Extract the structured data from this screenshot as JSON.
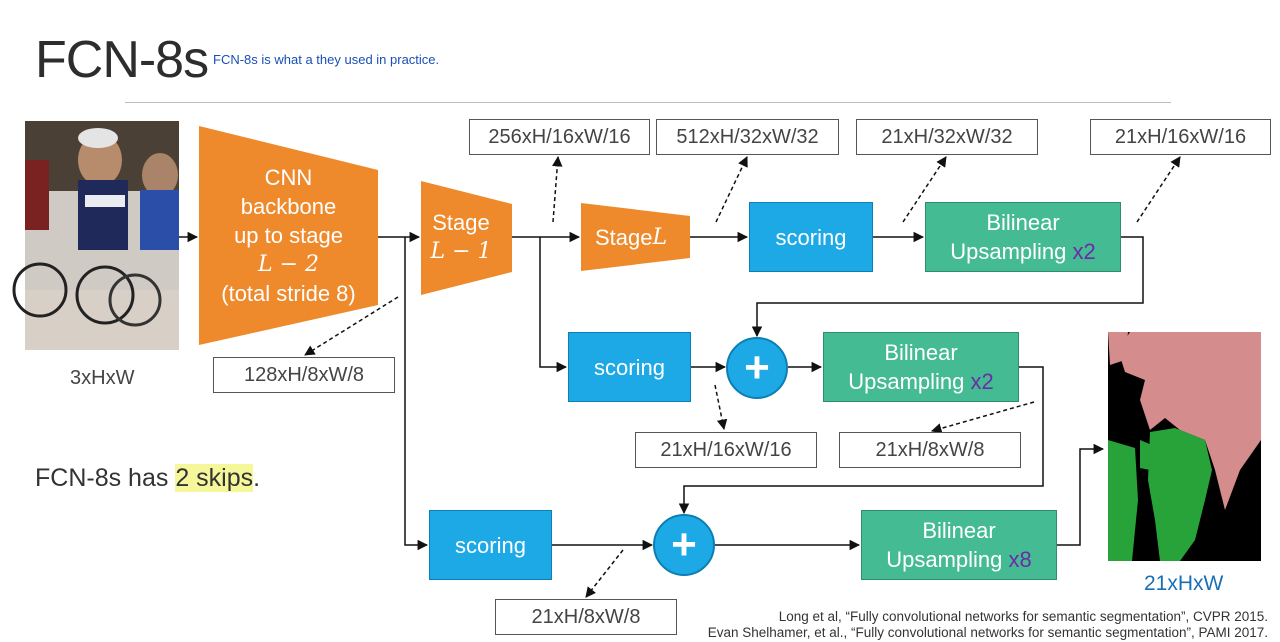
{
  "slide": {
    "title": "FCN-8s",
    "subtitle": "FCN-8s is what a they used in practice.",
    "skips_prefix": "FCN-8s has ",
    "skips_highlight": "2 skips",
    "skips_suffix": "."
  },
  "input": {
    "label": "3xHxW"
  },
  "backbone": {
    "line1": "CNN",
    "line2": "backbone",
    "line3": "up to stage",
    "line4": "L − 2",
    "line5": "(total stride 8)"
  },
  "stage_l1": {
    "name": "Stage",
    "math": "L − 1"
  },
  "stage_l": {
    "name": "Stage ",
    "math": "L"
  },
  "scoring_label": "scoring",
  "upsample": {
    "line1": "Bilinear",
    "line2": "Upsampling ",
    "x2": "x2",
    "x8": "x8"
  },
  "dims": {
    "backbone_out": "128xH/8xW/8",
    "stage_l1_out": "256xH/16xW/16",
    "stage_l_out": "512xH/32xW/32",
    "score1_out": "21xH/32xW/32",
    "up1_out": "21xH/16xW/16",
    "score2_out": "21xH/16xW/16",
    "up2_out": "21xH/8xW/8",
    "score3_out": "21xH/8xW/8"
  },
  "plus": "+",
  "output": {
    "label": "21xHxW",
    "label_color": "#1a6fb5"
  },
  "colors": {
    "orange": "#ee8a2c",
    "blue": "#1ca9e6",
    "green": "#45bb94",
    "accent_purple": "#6a2ca8"
  },
  "references": {
    "line1": "Long et al, “Fully convolutional networks for semantic segmentation”, CVPR 2015.",
    "line2": "Evan Shelhamer, et al., “Fully convolutional networks for semantic segmentation”, PAMI 2017."
  }
}
